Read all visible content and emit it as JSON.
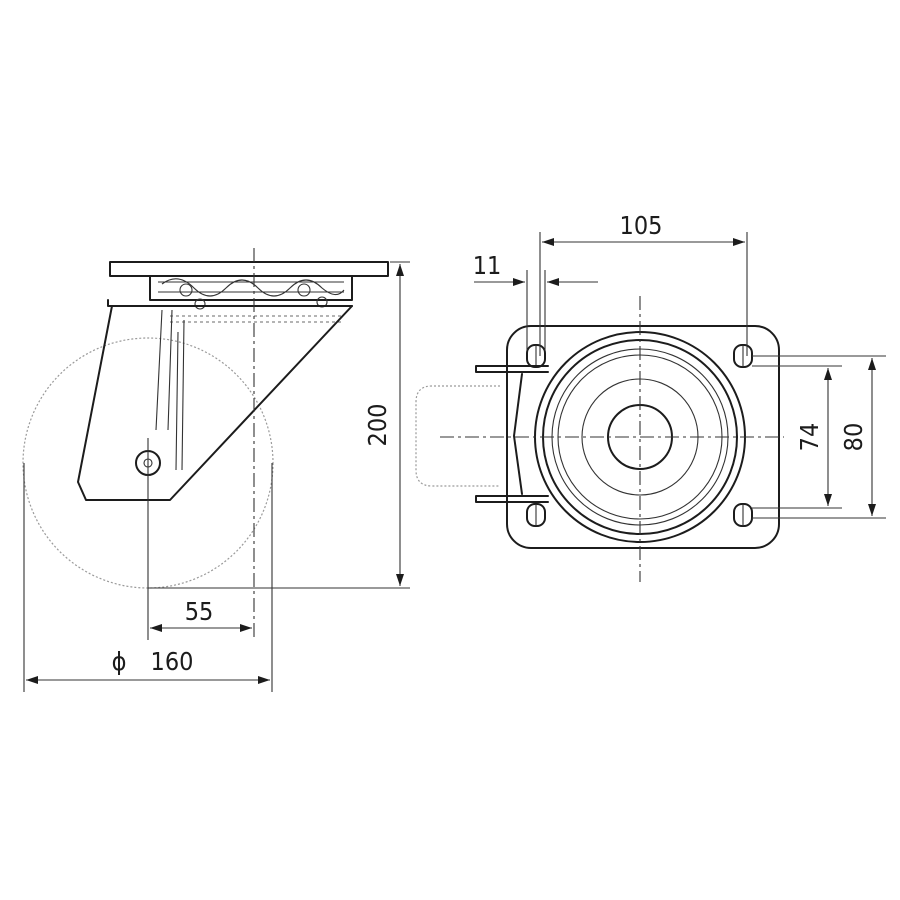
{
  "dimensions": {
    "top_width": "105",
    "hole_diameter": "11",
    "height": "200",
    "offset": "55",
    "wheel_diameter": "160",
    "hole_spacing": "74",
    "plate_width": "80"
  },
  "symbols": {
    "diameter": "ϕ"
  },
  "colors": {
    "line": "#1c1c1c",
    "background": "#ffffff"
  }
}
